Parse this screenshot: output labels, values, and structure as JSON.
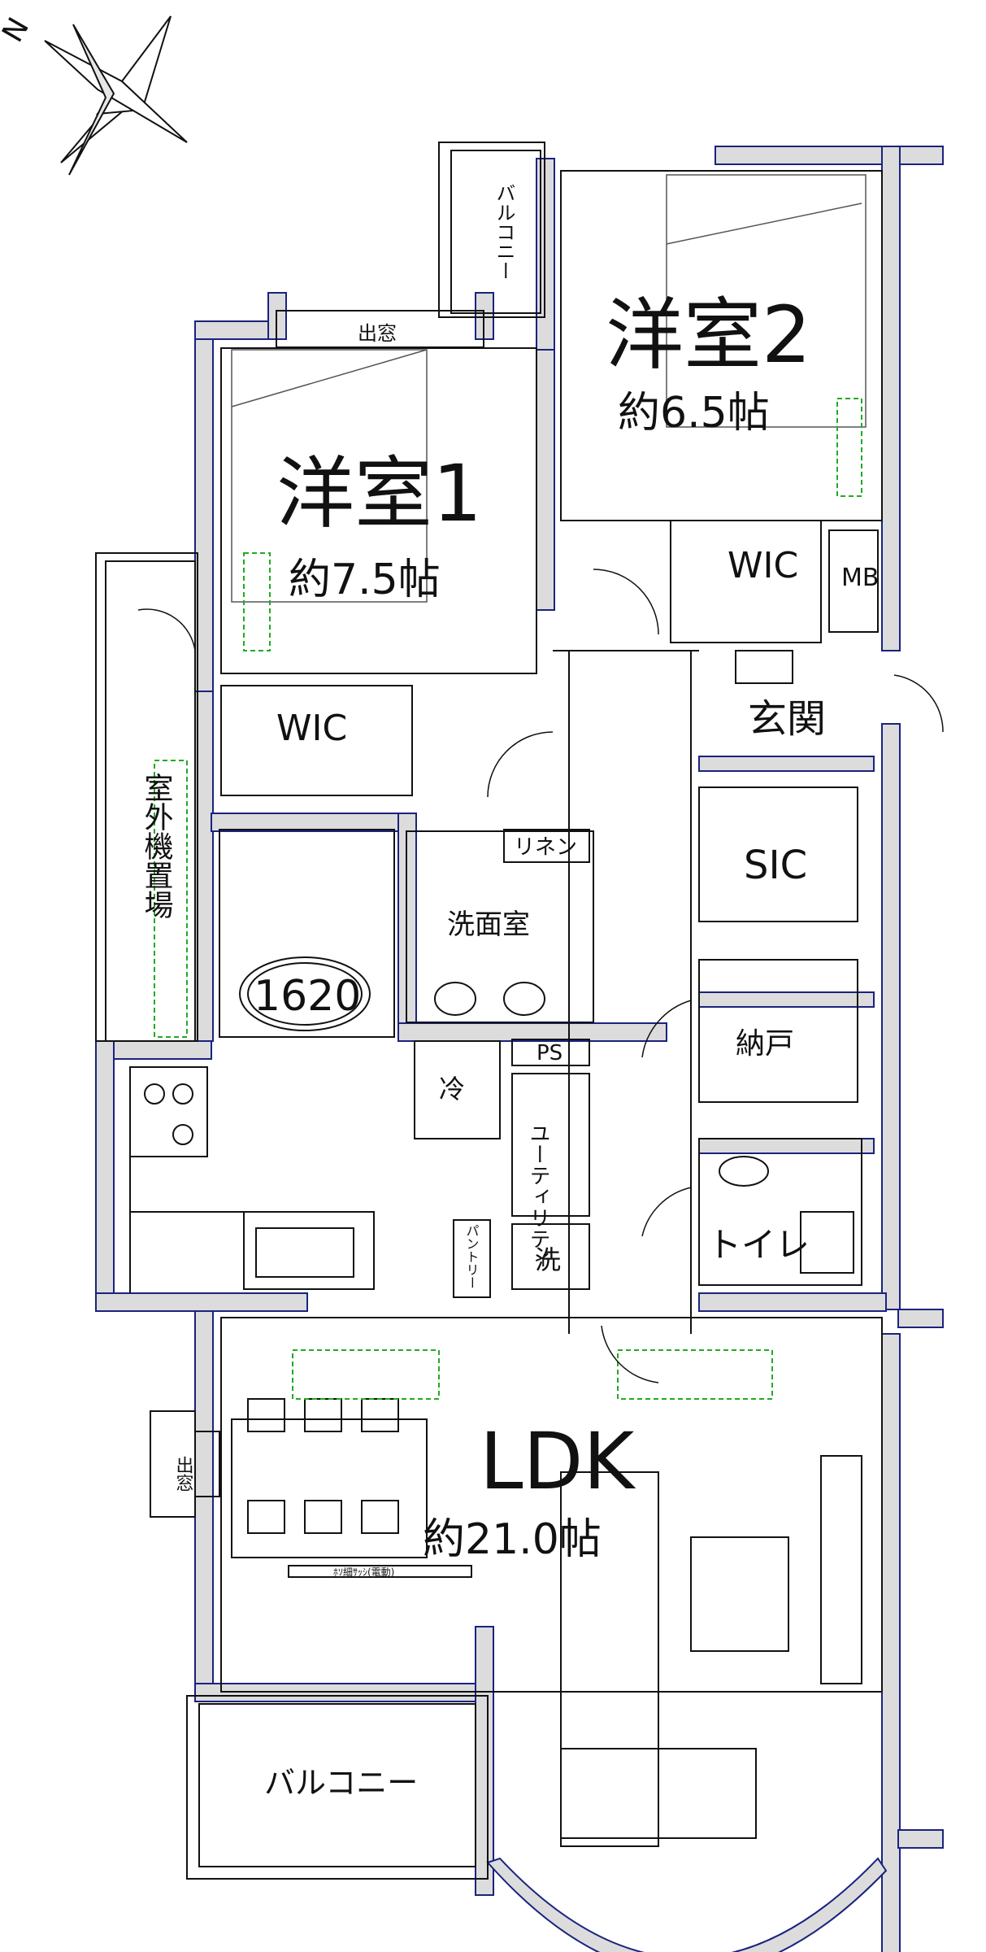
{
  "compass": {
    "north_label": "N"
  },
  "rooms": {
    "bedroom1": {
      "name": "洋室1",
      "size": "約7.5帖"
    },
    "bedroom2": {
      "name": "洋室2",
      "size": "約6.5帖"
    },
    "ldk": {
      "name": "LDK",
      "size": "約21.0帖"
    },
    "wic1": "WIC",
    "wic2": "WIC",
    "mb": "MB",
    "entrance": "玄関",
    "sic": "SIC",
    "storage": "納戸",
    "toilet": "トイレ",
    "washroom": "洗面室",
    "linen": "リネン",
    "bath": "1620",
    "ps": "PS",
    "fridge": "冷",
    "utility": "ユーティリティ",
    "pantry": "パントリー",
    "washer": "洗",
    "outdoor_unit": "室外機置場",
    "balcony_top": "バルコニー",
    "balcony_bottom": "バルコニー",
    "bay_window_top": "出窓",
    "bay_window_left": "出窓",
    "curtain_note": "ﾎｿ細ｻｯｼ(電動)"
  },
  "colors": {
    "wall_fill": "#dcdcdc",
    "wall_edge": "#1a237e",
    "line": "#111111",
    "green": "#22aa22"
  }
}
